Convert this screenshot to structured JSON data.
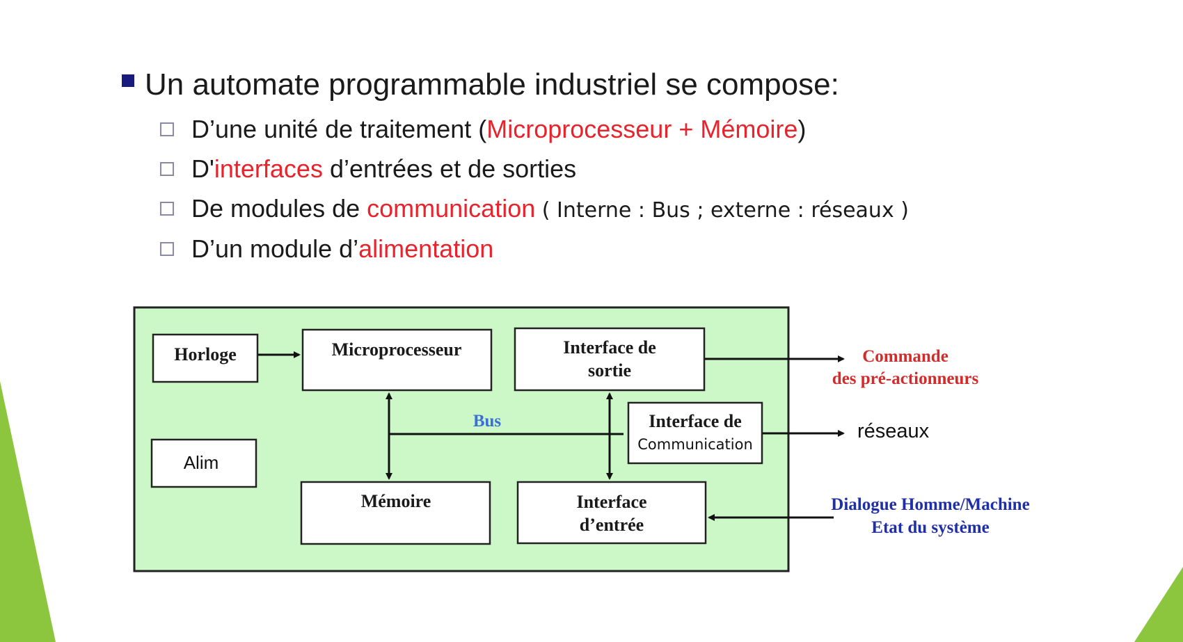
{
  "title": "Un automate programmable industriel se compose:",
  "items": [
    {
      "prefix": "D’une unité de traitement (",
      "highlight": "Microprocesseur + Mémoire",
      "suffix": ")"
    },
    {
      "prefix": "D'",
      "highlight": "interfaces",
      "suffix": " d’entrées et de sorties"
    },
    {
      "prefix": "De modules de ",
      "highlight": "communication",
      "suffix": " ( Interne : Bus ; externe : réseaux )"
    },
    {
      "prefix": "D’un module d’",
      "highlight": "alimentation",
      "suffix": ""
    }
  ],
  "diagram": {
    "horloge": "Horloge",
    "microprocesseur": "Microprocesseur",
    "sortie": [
      "Interface de",
      "sortie"
    ],
    "communication": [
      "Interface de",
      "Communication"
    ],
    "alim": "Alim",
    "memoire": "Mémoire",
    "entree": [
      "Interface",
      "d’entrée"
    ],
    "bus": "Bus",
    "commande": [
      "Commande",
      "des pré-actionneurs"
    ],
    "reseaux": "réseaux",
    "dialogue": [
      "Dialogue Homme/Machine",
      "Etat du système"
    ]
  },
  "colors": {
    "accent_red": "#e8232c",
    "bus_blue": "#3a6fd8",
    "dialog_navy": "#1f2fa8",
    "commande_red": "#d42a2a",
    "panel_green": "#ccf7c6",
    "deco_green": "#8cc63f"
  }
}
